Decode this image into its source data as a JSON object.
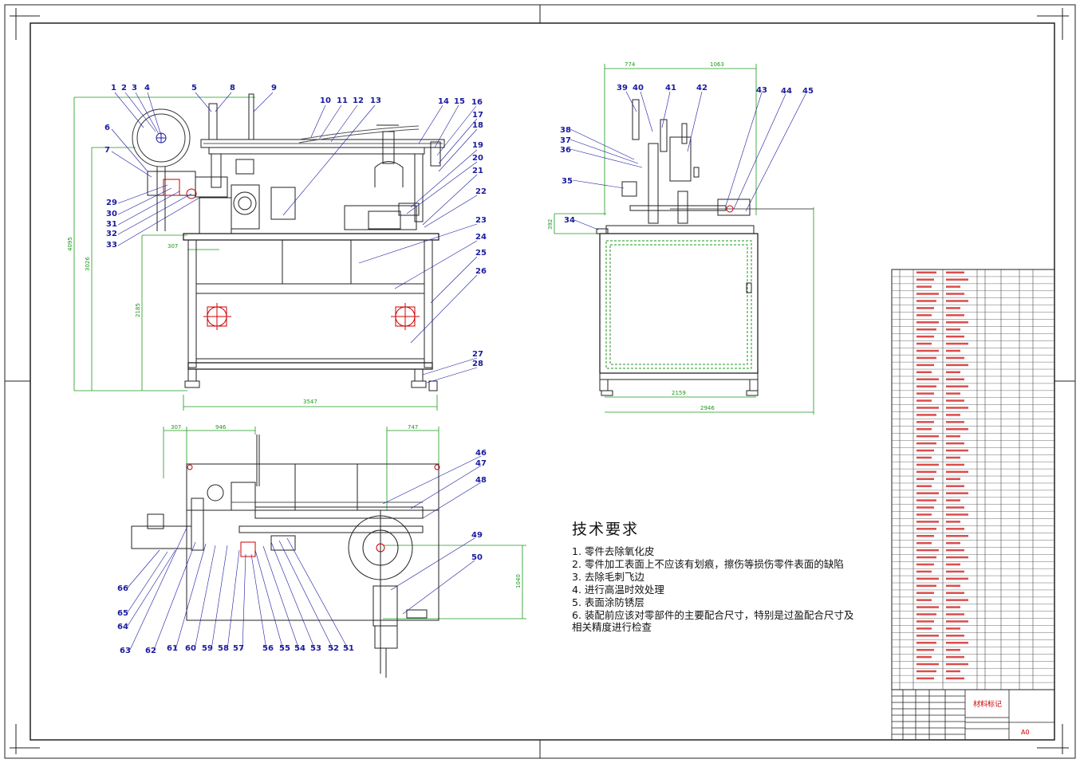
{
  "tech_requirements": {
    "title": "技术要求",
    "items": [
      "1. 零件去除氧化皮",
      "2. 零件加工表面上不应该有划痕，擦伤等损伤零件表面的缺陷",
      "3. 去除毛刺飞边",
      "4. 进行高温时效处理",
      "5. 表面涂防锈层",
      "6. 装配前应该对零部件的主要配合尺寸，特别是过盈配合尺寸及",
      "相关精度进行检查"
    ]
  },
  "front_view": {
    "callouts": [
      "1",
      "2",
      "3",
      "4",
      "5",
      "8",
      "9",
      "10",
      "11",
      "12",
      "13",
      "14",
      "15",
      "16",
      "17",
      "18",
      "19",
      "20",
      "21",
      "22",
      "23",
      "24",
      "25",
      "26",
      "27",
      "28",
      "6",
      "7",
      "29",
      "30",
      "31",
      "32",
      "33"
    ],
    "dimensions": [
      "4095",
      "3026",
      "2185",
      "307",
      "3547"
    ]
  },
  "side_view": {
    "callouts": [
      "39",
      "40",
      "41",
      "42",
      "43",
      "44",
      "45",
      "38",
      "37",
      "36",
      "35",
      "34"
    ],
    "dimensions": [
      "774",
      "1063",
      "392",
      "2159",
      "2946"
    ]
  },
  "top_view": {
    "callouts": [
      "46",
      "47",
      "48",
      "49",
      "50",
      "66",
      "65",
      "64",
      "63",
      "62",
      "61",
      "60",
      "59",
      "58",
      "57",
      "56",
      "55",
      "54",
      "53",
      "52",
      "51"
    ],
    "dimensions": [
      "307",
      "946",
      "747",
      "1040"
    ]
  },
  "title_block": {
    "material_label": "材料标记",
    "sheet_size": "A0"
  },
  "colors": {
    "line": "#222222",
    "callout": "#1a1aa0",
    "dimension": "#1a9a1a",
    "bom_text": "#cc0000"
  }
}
